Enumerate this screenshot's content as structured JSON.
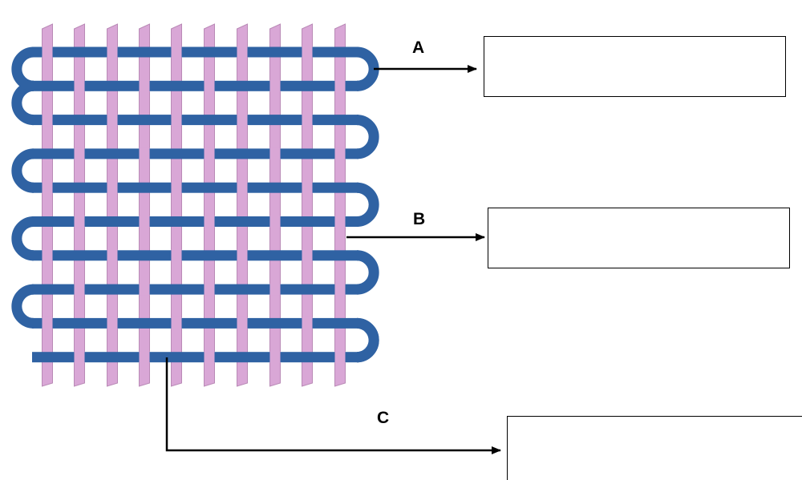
{
  "labels": {
    "a": "A",
    "b": "B",
    "c": "C"
  },
  "colors": {
    "warp": "#d9a7d6",
    "warp_edge": "#b98ab6",
    "weft": "#2f62a3",
    "weft_light": "#3a73b8",
    "line": "#000000"
  }
}
